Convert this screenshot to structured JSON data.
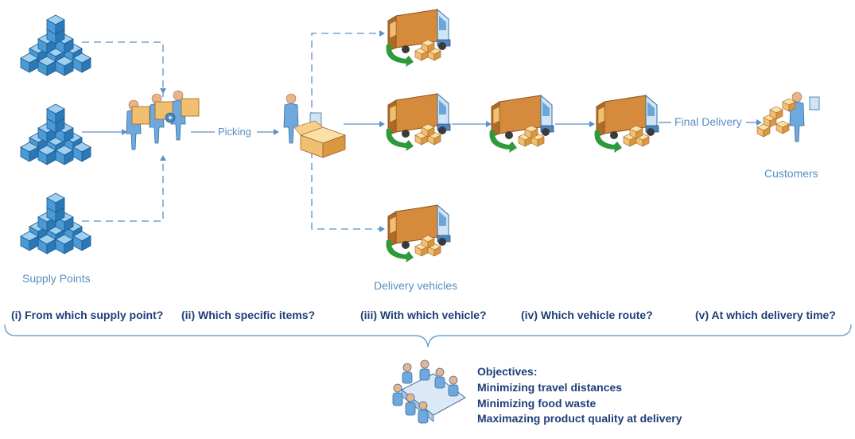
{
  "labels": {
    "supply_points": "Supply Points",
    "picking": "Picking",
    "delivery_vehicles": "Delivery vehicles",
    "final_delivery": "Final Delivery",
    "customers": "Customers"
  },
  "questions": [
    "(i) From which supply point?",
    "(ii) Which specific items?",
    "(iii) With which vehicle?",
    "(iv) Which vehicle route?",
    "(v) At which delivery time?"
  ],
  "objectives": {
    "title": "Objectives:",
    "items": [
      "Minimizing travel distances",
      "Minimizing food waste",
      "Maximazing product quality at delivery"
    ]
  },
  "colors": {
    "connector": "#5b8fc7",
    "label_text": "#5a8ec2",
    "heading_text": "#1e3f78",
    "cube": "#4a9ad6",
    "truck_cargo": "#d68a3c",
    "box": "#f0c070",
    "return_arrow": "#2e9a3a"
  },
  "icons": [
    "cube-stack-icon",
    "workers-with-boxes-icon",
    "picker-with-box-icon",
    "delivery-truck-icon",
    "customer-icon",
    "meeting-team-icon"
  ]
}
